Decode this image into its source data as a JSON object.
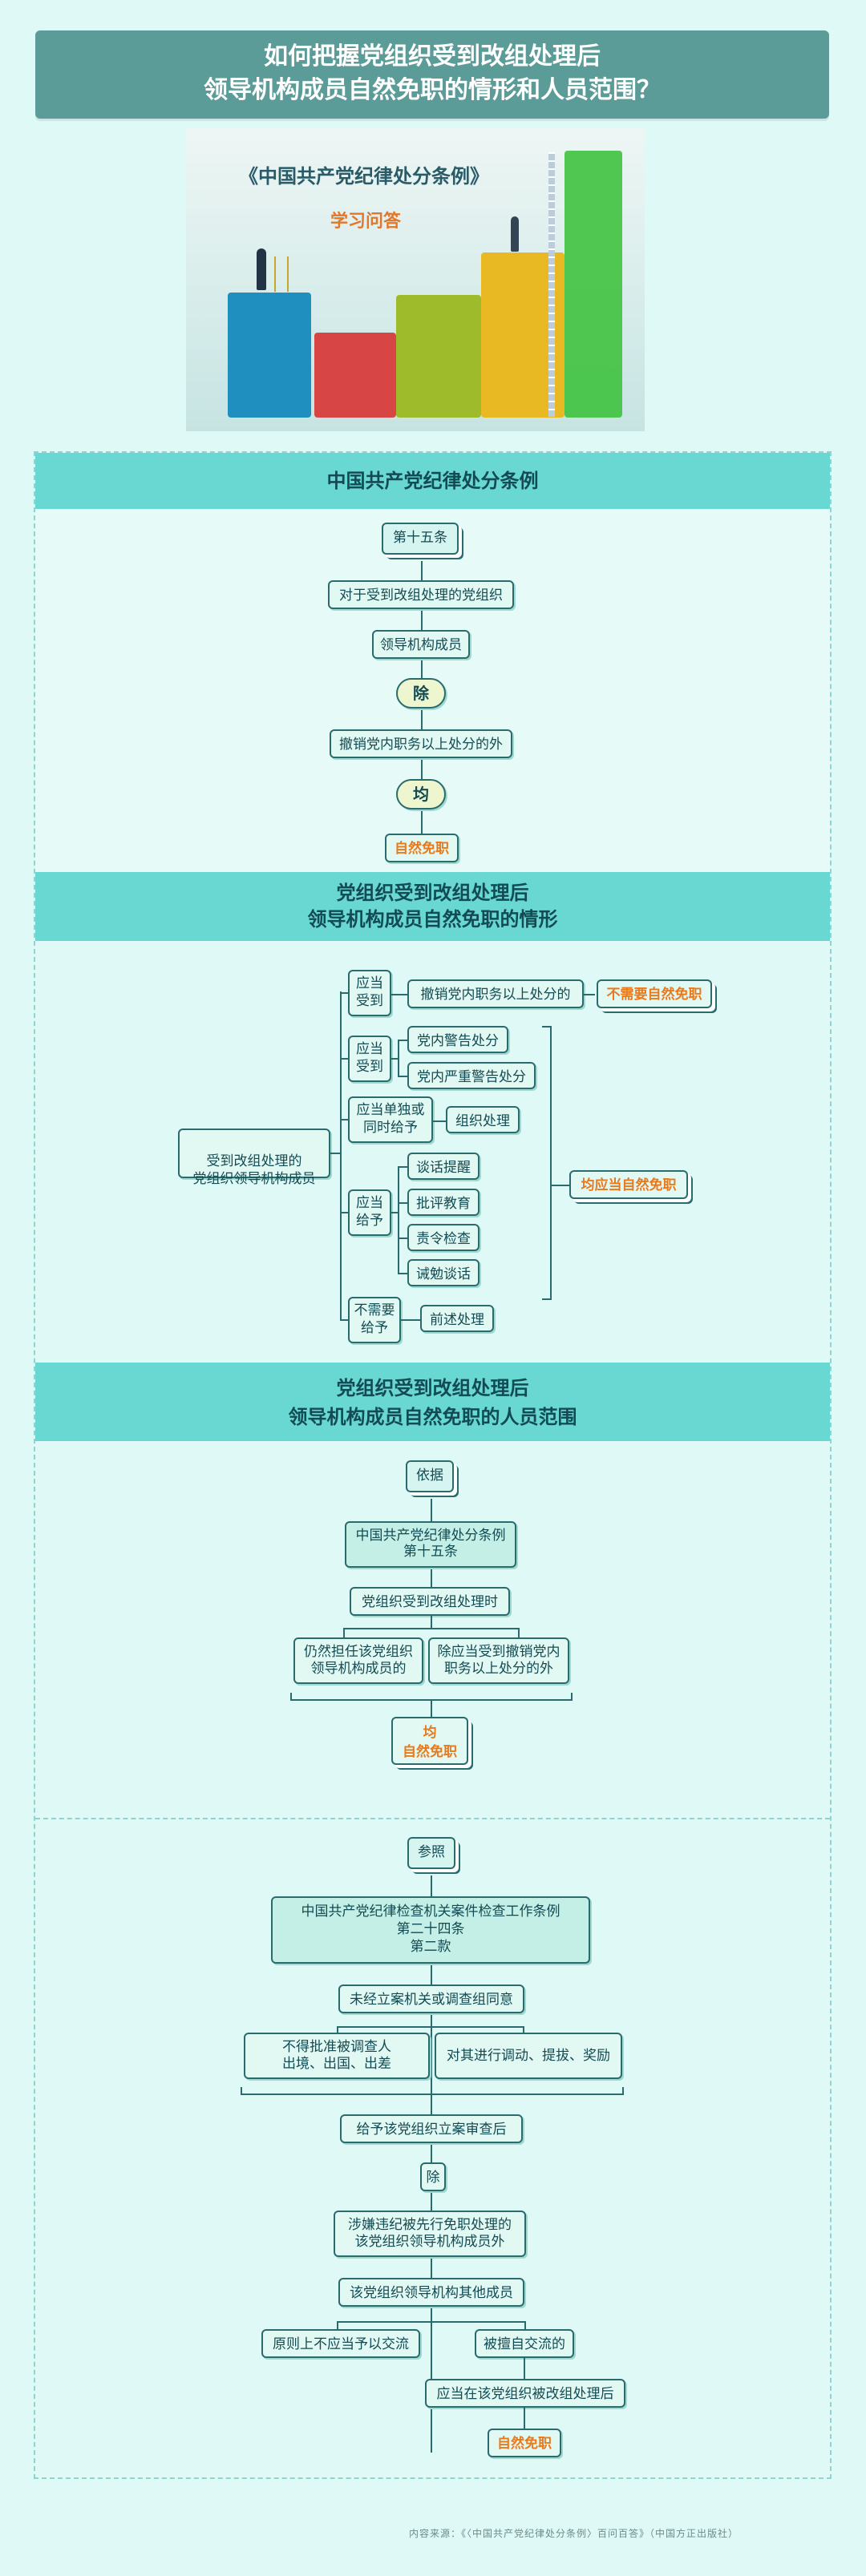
{
  "title": {
    "line1": "如何把握党组织受到改组处理后",
    "line2": "领导机构成员自然免职的情形和人员范围？"
  },
  "hero": {
    "book_title": "《中国共产党纪律处分条例》",
    "subtitle": "学习问答",
    "colors": [
      "#1f8fbf",
      "#d84545",
      "#9dbb2a",
      "#e8b923",
      "#3fc23f"
    ]
  },
  "section1": {
    "header": "中国共产党纪律处分条例",
    "nodes": {
      "article": "第十五条",
      "n1": "对于受到改组处理的党组织",
      "n2": "领导机构成员",
      "except": "除",
      "n3": "撤销党内职务以上处分的外",
      "all": "均",
      "result": "自然免职"
    }
  },
  "section2": {
    "header_line1": "党组织受到改组处理后",
    "header_line2": "领导机构成员自然免职的情形",
    "root": "受到改组处理的\n党组织领导机构成员",
    "branches": [
      {
        "label": "应当\n受到",
        "items": [
          "撤销党内职务以上处分的"
        ]
      },
      {
        "label": "应当\n受到",
        "items": [
          "党内警告处分",
          "党内严重警告处分"
        ]
      },
      {
        "label": "应当单独或\n同时给予",
        "items": [
          "组织处理"
        ]
      },
      {
        "label": "应当\n给予",
        "items": [
          "谈话提醒",
          "批评教育",
          "责令检查",
          "诫勉谈话"
        ]
      },
      {
        "label": "不需要\n给予",
        "items": [
          "前述处理"
        ]
      }
    ],
    "no_need": "不需要自然免职",
    "should": "均应当自然免职"
  },
  "section3": {
    "header_line1": "党组织受到改组处理后",
    "header_line2": "领导机构成员自然免职的人员范围",
    "basis": "依据",
    "regulation": "中国共产党纪律处分条例\n第十五条",
    "when": "党组织受到改组处理时",
    "left": "仍然担任该党组织\n领导机构成员的",
    "right": "除应当受到撤销党内\n职务以上处分的外",
    "result": "均\n自然免职"
  },
  "section4": {
    "ref": "参照",
    "regulation": "中国共产党纪律检查机关案件检查工作条例\n第二十四条\n第二款",
    "n1": "未经立案机关或调查组同意",
    "left": "不得批准被调查人\n出境、出国、出差",
    "right": "对其进行调动、提拔、奖励",
    "n2": "给予该党组织立案审查后",
    "except": "除",
    "n3": "涉嫌违纪被先行免职处理的\n该党组织领导机构成员外",
    "n4": "该党组织领导机构其他成员",
    "n5": "原则上不应当予以交流",
    "n6": "被擅自交流的",
    "n7": "应当在该党组织被改组处理后",
    "result": "自然免职"
  },
  "source": "内容来源：《〈中国共产党纪律处分条例〉百问百答》（中国方正出版社）"
}
